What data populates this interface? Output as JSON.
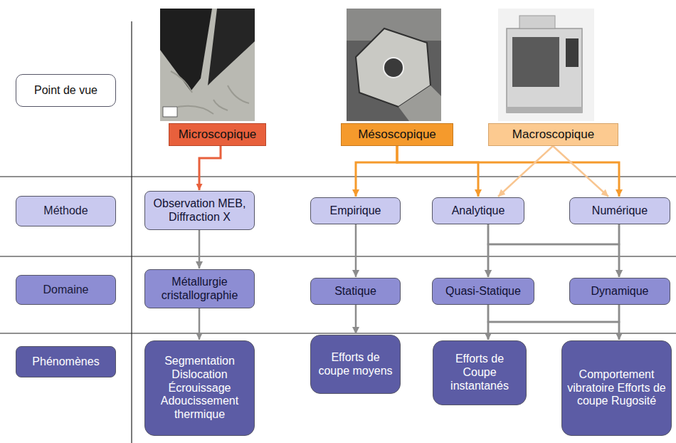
{
  "diagram": {
    "nodes": [
      {
        "text": [
          "Point de vue"
        ]
      },
      {
        "text": [
          "Microscopique"
        ]
      },
      {
        "text": [
          "Mésoscopique"
        ]
      },
      {
        "text": [
          "Macroscopique"
        ]
      },
      {
        "text": [
          "Méthode"
        ]
      },
      {
        "text": [
          "Observation MEB, Diffraction X"
        ]
      },
      {
        "text": [
          "Empirique"
        ]
      },
      {
        "text": [
          "Analytique"
        ]
      },
      {
        "text": [
          "Numérique"
        ]
      },
      {
        "text": [
          "Domaine"
        ]
      },
      {
        "text": [
          "Métallurgie cristallographie"
        ]
      },
      {
        "text": [
          "Statique"
        ]
      },
      {
        "text": [
          "Quasi-Statique"
        ]
      },
      {
        "text": [
          "Dynamique"
        ]
      },
      {
        "text": [
          "Phénomènes"
        ]
      },
      {
        "text": [
          "Segmentation Dislocation Écrouissage Adoucissement thermique"
        ]
      },
      {
        "text": [
          "Efforts de coupe moyens"
        ]
      },
      {
        "text": [
          "Efforts de Coupe instantanés"
        ]
      },
      {
        "text": [
          "Comportement vibratoire Efforts de coupe Rugosité"
        ]
      }
    ],
    "edges": [
      {
        "from": 1,
        "to": 5,
        "arrow": "to"
      },
      {
        "from": 2,
        "to": 6,
        "arrow": "to"
      },
      {
        "from": 2,
        "to": 7,
        "arrow": "to"
      },
      {
        "from": 2,
        "to": 8,
        "arrow": "to"
      },
      {
        "from": 3,
        "to": 7,
        "arrow": "to"
      },
      {
        "from": 3,
        "to": 8,
        "arrow": "to"
      },
      {
        "from": 5,
        "to": 10,
        "arrow": "to"
      },
      {
        "from": 6,
        "to": 11,
        "arrow": "to"
      },
      {
        "from": 7,
        "to": 12,
        "arrow": "to"
      },
      {
        "from": 7,
        "to": 13,
        "arrow": "to"
      },
      {
        "from": 8,
        "to": 12,
        "arrow": "to"
      },
      {
        "from": 8,
        "to": 13,
        "arrow": "to"
      },
      {
        "from": 10,
        "to": 15,
        "arrow": "to"
      },
      {
        "from": 11,
        "to": 16,
        "arrow": "to"
      },
      {
        "from": 12,
        "to": 17,
        "arrow": "to"
      },
      {
        "from": 12,
        "to": 18,
        "arrow": "to"
      },
      {
        "from": 13,
        "to": 17,
        "arrow": "to"
      },
      {
        "from": 13,
        "to": 18,
        "arrow": "to"
      }
    ]
  }
}
